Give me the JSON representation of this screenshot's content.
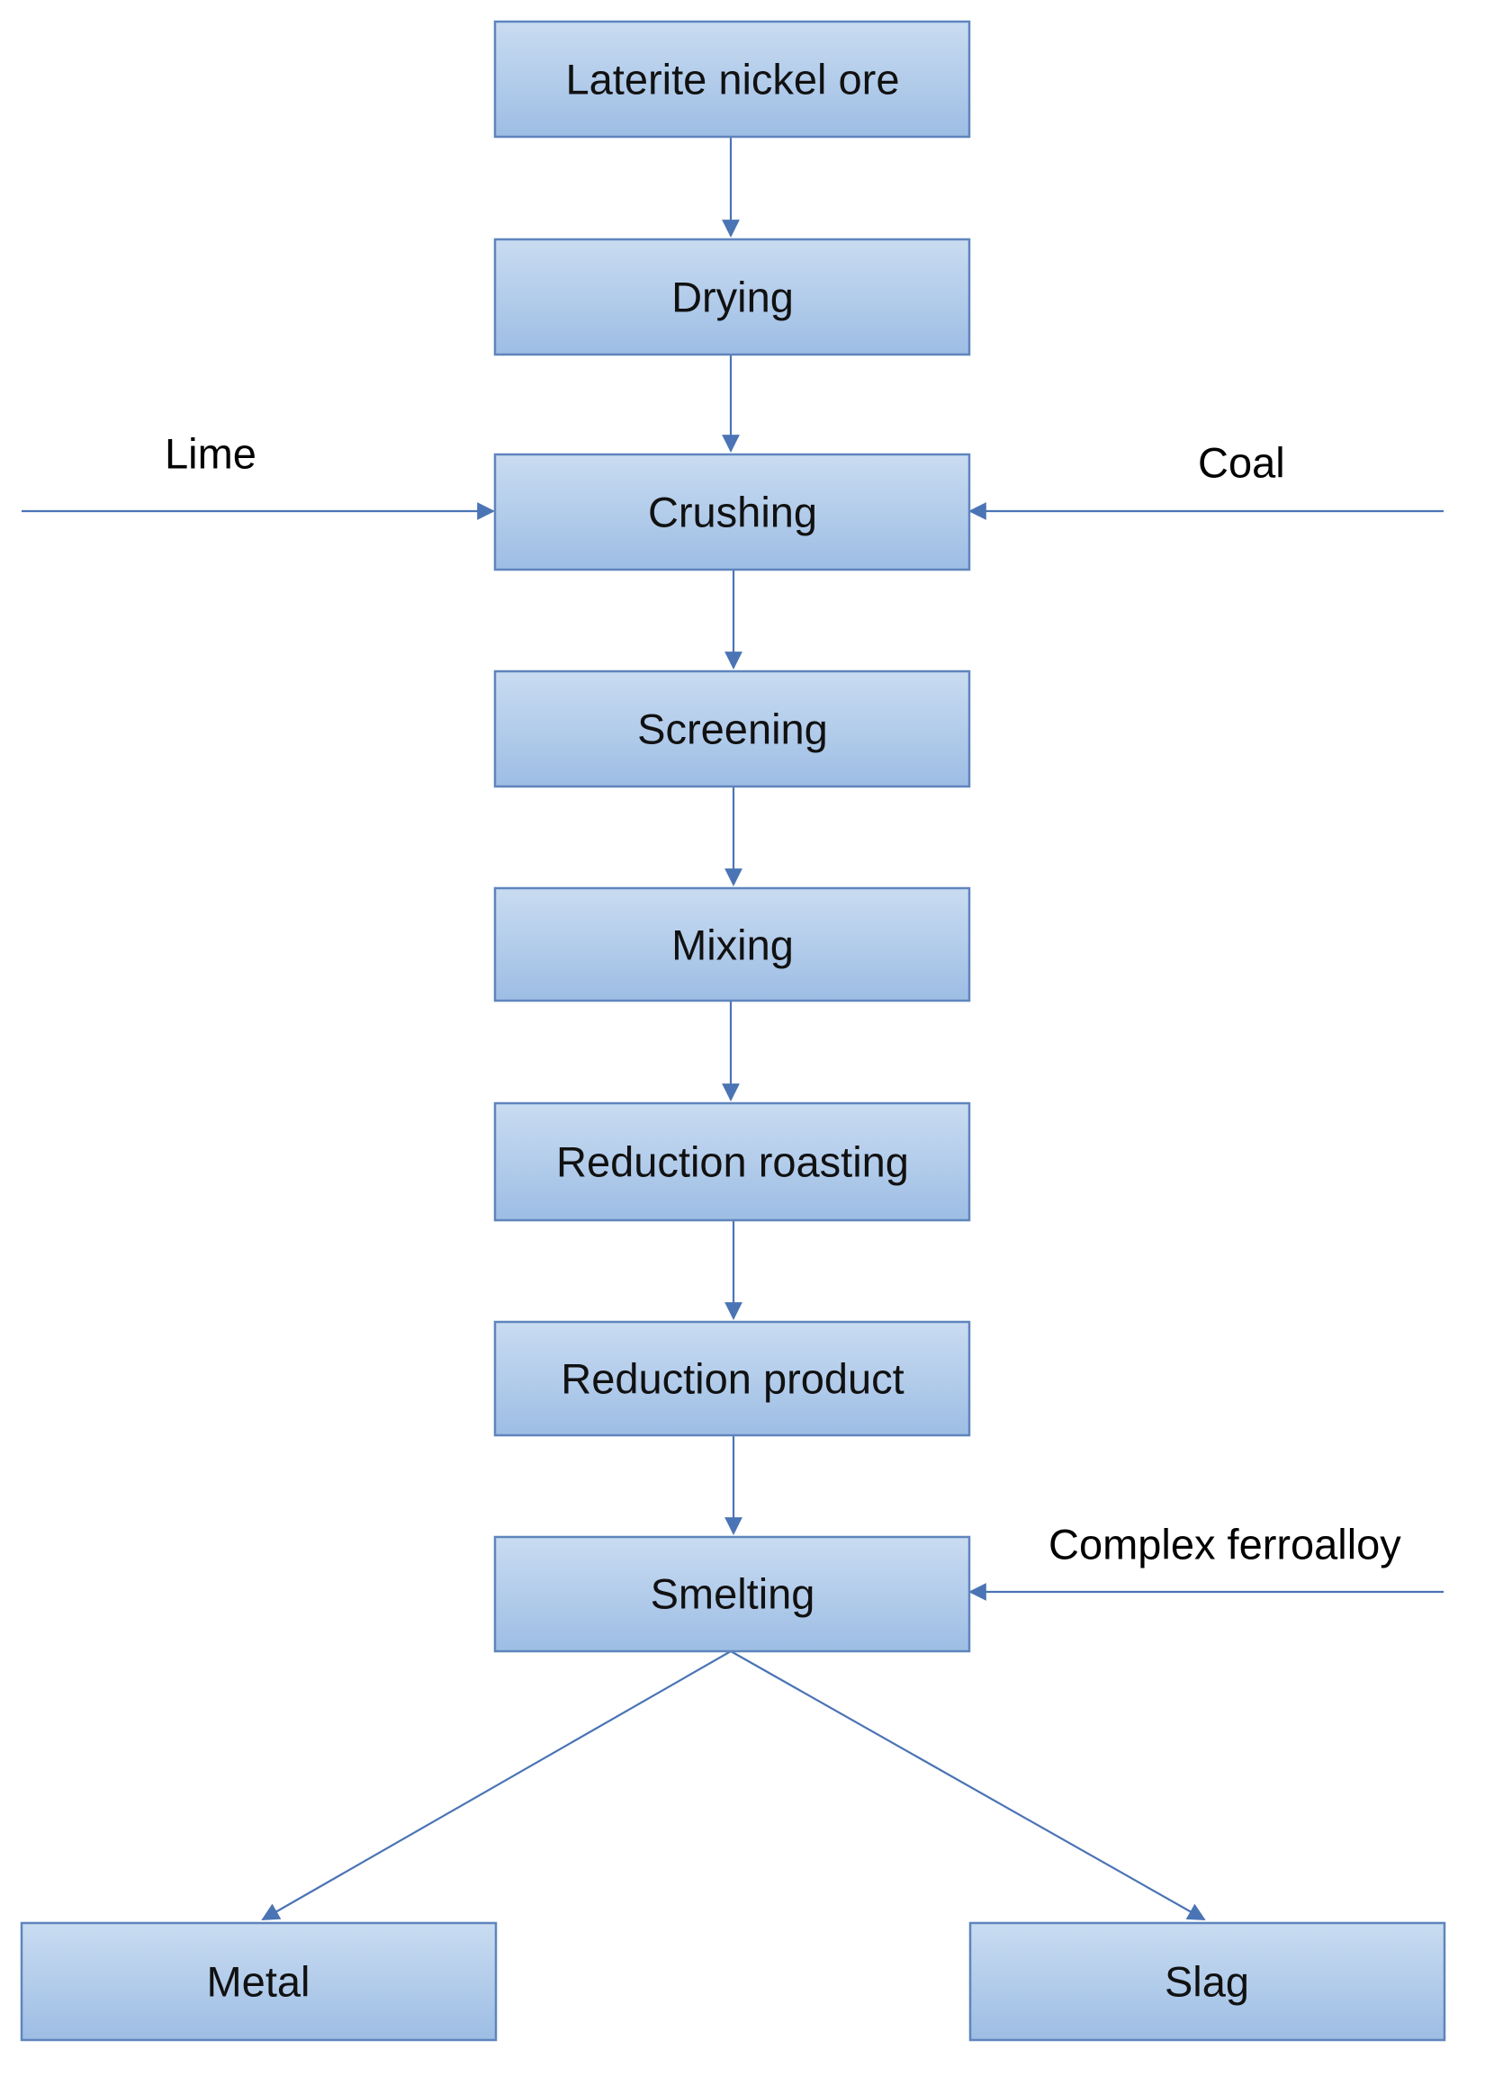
{
  "diagram": {
    "colors": {
      "box_top": "#c9dcf1",
      "box_bottom": "#9dbde4",
      "box_border": "#5f85bd",
      "arrow": "#4b74b5"
    },
    "process_steps": [
      {
        "id": "laterite-nickel-ore",
        "label": "Laterite nickel ore"
      },
      {
        "id": "drying",
        "label": "Drying"
      },
      {
        "id": "crushing",
        "label": "Crushing"
      },
      {
        "id": "screening",
        "label": "Screening"
      },
      {
        "id": "mixing",
        "label": "Mixing"
      },
      {
        "id": "reduction-roasting",
        "label": "Reduction roasting"
      },
      {
        "id": "reduction-product",
        "label": "Reduction product"
      },
      {
        "id": "smelting",
        "label": "Smelting"
      }
    ],
    "outputs": [
      {
        "id": "metal",
        "label": "Metal"
      },
      {
        "id": "slag",
        "label": "Slag"
      }
    ],
    "inputs": [
      {
        "id": "lime",
        "label": "Lime",
        "target": "crushing"
      },
      {
        "id": "coal",
        "label": "Coal",
        "target": "crushing"
      },
      {
        "id": "complex-ferroalloy",
        "label": "Complex ferroalloy",
        "target": "smelting"
      }
    ]
  }
}
